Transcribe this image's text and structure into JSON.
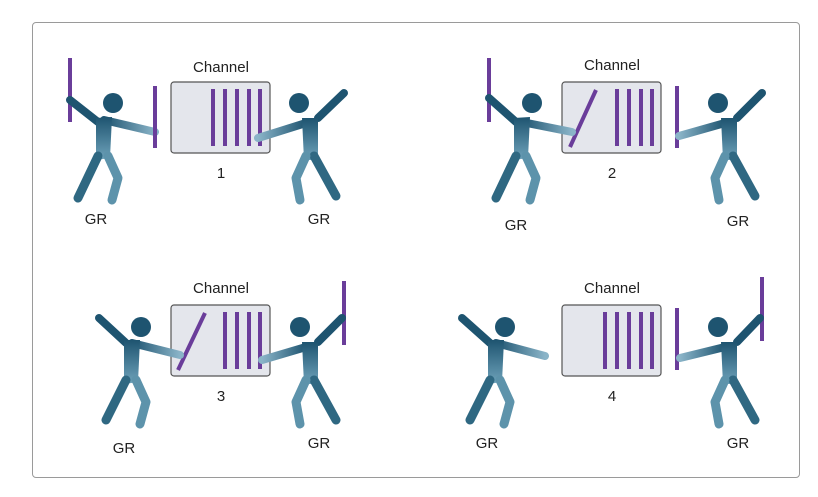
{
  "colors": {
    "figure_dark": "#1e5470",
    "figure_light": "#6fa3bb",
    "rod": "#6a3d9a",
    "channel_fill": "#e4e6ec",
    "channel_stroke": "#555555"
  },
  "panels": [
    {
      "number": "1",
      "channel_label": "Channel",
      "left_label": "GR",
      "right_label": "GR"
    },
    {
      "number": "2",
      "channel_label": "Channel",
      "left_label": "GR",
      "right_label": "GR"
    },
    {
      "number": "3",
      "channel_label": "Channel",
      "left_label": "GR",
      "right_label": "GR"
    },
    {
      "number": "4",
      "channel_label": "Channel",
      "left_label": "GR",
      "right_label": "GR"
    }
  ]
}
